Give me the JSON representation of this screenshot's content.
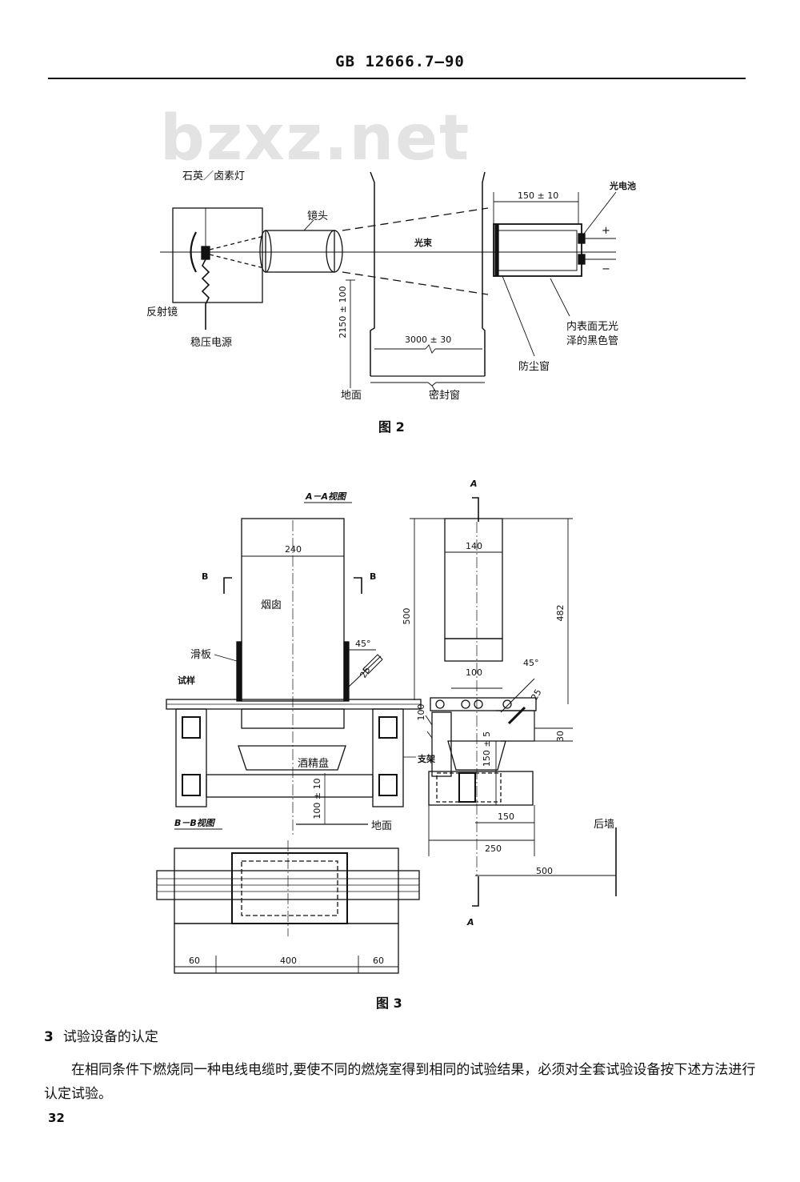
{
  "header": {
    "standard_code": "GB 12666.7—90"
  },
  "watermark": "bzxz.net",
  "figure2": {
    "caption": "图 2",
    "labels": {
      "lamp": "石英／卤素灯",
      "reflector": "反射镜",
      "power": "稳压电源",
      "lens": "镜头",
      "beam": "光束",
      "height": "2150 ± 100",
      "width": "3000 ± 30",
      "ground": "地面",
      "sealed_window": "密封窗",
      "tube_length": "150 ± 10",
      "photocell": "光电池",
      "plus": "+",
      "minus": "−",
      "dust_window": "防尘窗",
      "black_tube_1": "内表面无光",
      "black_tube_2": "泽的黑色管"
    }
  },
  "figure3": {
    "caption": "图 3",
    "aa_view": {
      "title": "A－A视图",
      "labels": {
        "chimney": "烟囱",
        "slide": "滑板",
        "sample": "试样",
        "bracket": "支架",
        "alcohol_tray": "酒精盘",
        "ground": "地面",
        "w240": "240",
        "angle": "45°",
        "d25": "25",
        "h100": "100 ± 10",
        "b": "B"
      }
    },
    "bb_view": {
      "title": "B－B视图",
      "labels": {
        "d60a": "60",
        "d400": "400",
        "d60b": "60"
      }
    },
    "side_view": {
      "labels": {
        "a": "A",
        "w140": "140",
        "h500": "500",
        "h482": "482",
        "w100": "100",
        "h100": "100",
        "angle": "45°",
        "d25": "25",
        "d30": "30",
        "h150": "150 ± 5",
        "w150": "150",
        "w250": "250",
        "w500": "500",
        "back_wall": "后墙"
      }
    }
  },
  "section": {
    "number": "3",
    "title": "试验设备的认定",
    "paragraph": "在相同条件下燃烧同一种电线电缆时,要使不同的燃烧室得到相同的试验结果，必须对全套试验设备按下述方法进行认定试验。"
  },
  "footer": {
    "page_number": "32"
  }
}
